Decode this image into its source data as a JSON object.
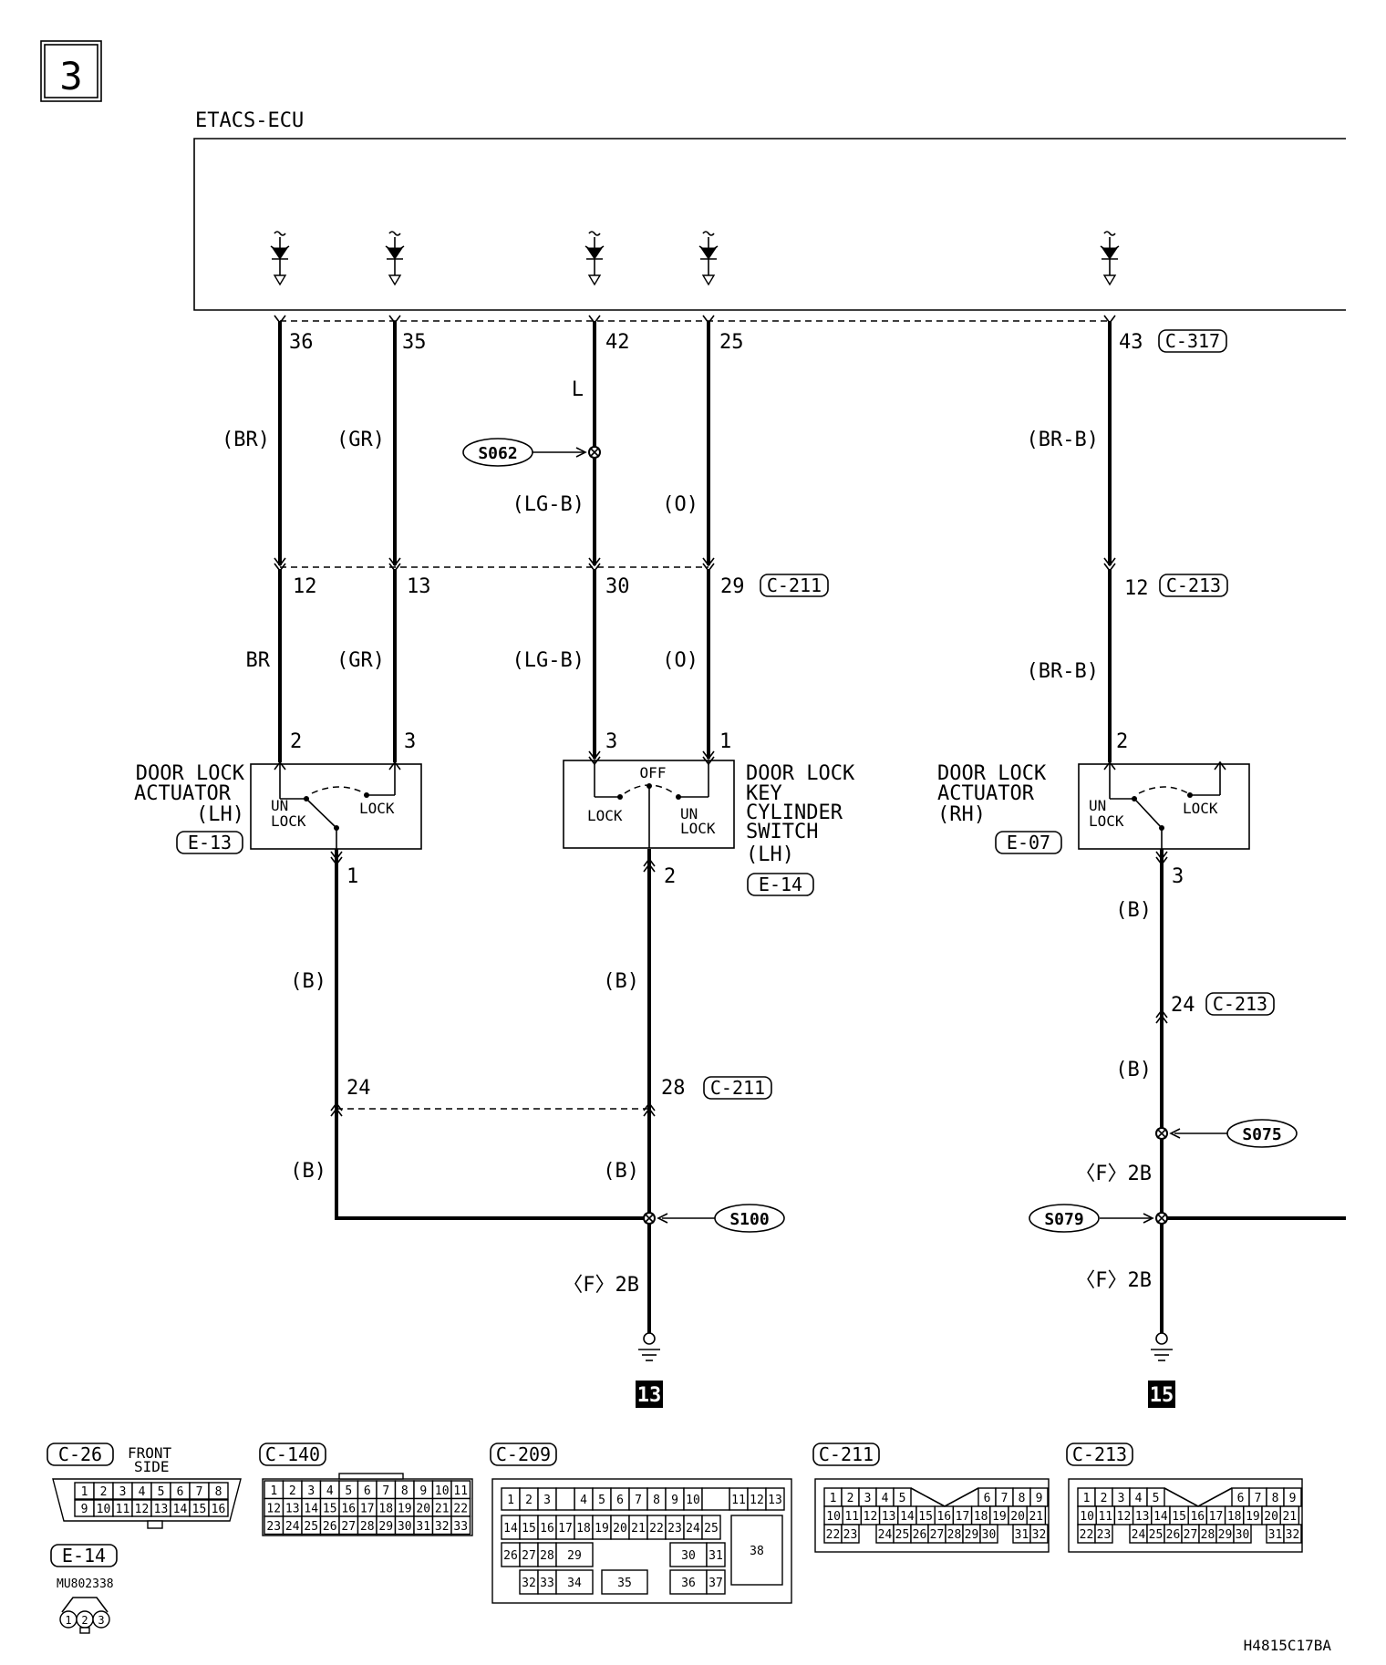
{
  "page_number": "3",
  "ecu": {
    "name": "ETACS-ECU"
  },
  "ecu_pins": [
    {
      "pin": "36",
      "wire": "(BR)"
    },
    {
      "pin": "35",
      "wire": "(GR)"
    },
    {
      "pin": "42",
      "wire_top": "L",
      "wire": "(LG-B)"
    },
    {
      "pin": "25",
      "wire": "(O)"
    },
    {
      "pin": "43",
      "connector": "C-317",
      "wire": "(BR-B)"
    }
  ],
  "splices": {
    "s062": "S062",
    "s100": "S100",
    "s075": "S075",
    "s079": "S079"
  },
  "c211_pins": {
    "p12": "12",
    "p13": "13",
    "p30": "30",
    "p29": "29",
    "connector": "C-211"
  },
  "c213_pin": {
    "pin": "12",
    "connector": "C-213"
  },
  "lower_wires": {
    "w1": "BR",
    "w2": "(GR)",
    "w3": "(LG-B)",
    "w4": "(O)",
    "w5": "(BR-B)"
  },
  "actuator_lh": {
    "name_lines": [
      "DOOR LOCK",
      "ACTUATOR",
      "(LH)"
    ],
    "connector": "E-13",
    "pin_a": "2",
    "pin_b": "3",
    "pin_out": "1",
    "unlock": [
      "UN",
      "LOCK"
    ],
    "lock": "LOCK"
  },
  "key_switch_lh": {
    "name_lines": [
      "DOOR LOCK",
      "KEY",
      "CYLINDER",
      "SWITCH",
      "(LH)"
    ],
    "connector": "E-14",
    "pin_a": "3",
    "pin_b": "1",
    "pin_out": "2",
    "off": "OFF",
    "lock": "LOCK",
    "unlock": [
      "UN",
      "LOCK"
    ]
  },
  "actuator_rh": {
    "name_lines": [
      "DOOR LOCK",
      "ACTUATOR",
      "(RH)"
    ],
    "connector": "E-07",
    "pin_a": "2",
    "pin_out": "3",
    "unlock": [
      "UN",
      "LOCK"
    ],
    "lock": "LOCK"
  },
  "ground_wires": {
    "b": "(B)",
    "pin24": "24",
    "pin28": "28",
    "connector_c211": "C-211",
    "pin24_rh": "24",
    "connector_c213": "C-213",
    "f2b": "〈F〉2B"
  },
  "grounds": {
    "g13": "13",
    "g15": "15"
  },
  "connector_views": {
    "c26": {
      "id": "C-26",
      "label": [
        "FRONT",
        "SIDE"
      ],
      "rows": [
        [
          "1",
          "2",
          "3",
          "4",
          "5",
          "6",
          "7",
          "8"
        ],
        [
          "9",
          "10",
          "11",
          "12",
          "13",
          "14",
          "15",
          "16"
        ]
      ]
    },
    "c140": {
      "id": "C-140",
      "rows": [
        [
          "1",
          "2",
          "3",
          "4",
          "5",
          "6",
          "7",
          "8",
          "9",
          "10",
          "11"
        ],
        [
          "12",
          "13",
          "14",
          "15",
          "16",
          "17",
          "18",
          "19",
          "20",
          "21",
          "22"
        ],
        [
          "23",
          "24",
          "25",
          "26",
          "27",
          "28",
          "29",
          "30",
          "31",
          "32",
          "33"
        ]
      ]
    },
    "c209": {
      "id": "C-209",
      "row1": [
        "1",
        "2",
        "3",
        "4",
        "5",
        "6",
        "7",
        "8",
        "9",
        "10",
        "11",
        "12",
        "13"
      ],
      "row2": [
        "14",
        "15",
        "16",
        "17",
        "18",
        "19",
        "20",
        "21",
        "22",
        "23",
        "24",
        "25"
      ],
      "row3": [
        "26",
        "27",
        "28",
        "29",
        "30",
        "31",
        "38"
      ],
      "row4": [
        "32",
        "33",
        "34",
        "35",
        "36",
        "37"
      ]
    },
    "c211": {
      "id": "C-211",
      "row1": [
        "1",
        "2",
        "3",
        "4",
        "5",
        "6",
        "7",
        "8",
        "9"
      ],
      "row2": [
        "10",
        "11",
        "12",
        "13",
        "14",
        "15",
        "16",
        "17",
        "18",
        "19",
        "20",
        "21"
      ],
      "row3": [
        "22",
        "23",
        "24",
        "25",
        "26",
        "27",
        "28",
        "29",
        "30",
        "31",
        "32"
      ]
    },
    "c213": {
      "id": "C-213",
      "row1": [
        "1",
        "2",
        "3",
        "4",
        "5",
        "6",
        "7",
        "8",
        "9"
      ],
      "row2": [
        "10",
        "11",
        "12",
        "13",
        "14",
        "15",
        "16",
        "17",
        "18",
        "19",
        "20",
        "21"
      ],
      "row3": [
        "22",
        "23",
        "24",
        "25",
        "26",
        "27",
        "28",
        "29",
        "30",
        "31",
        "32"
      ]
    },
    "e14": {
      "id": "E-14",
      "part": "MU802338",
      "pins": [
        "1",
        "2",
        "3"
      ]
    }
  },
  "figure_code": "H4815C17BA"
}
